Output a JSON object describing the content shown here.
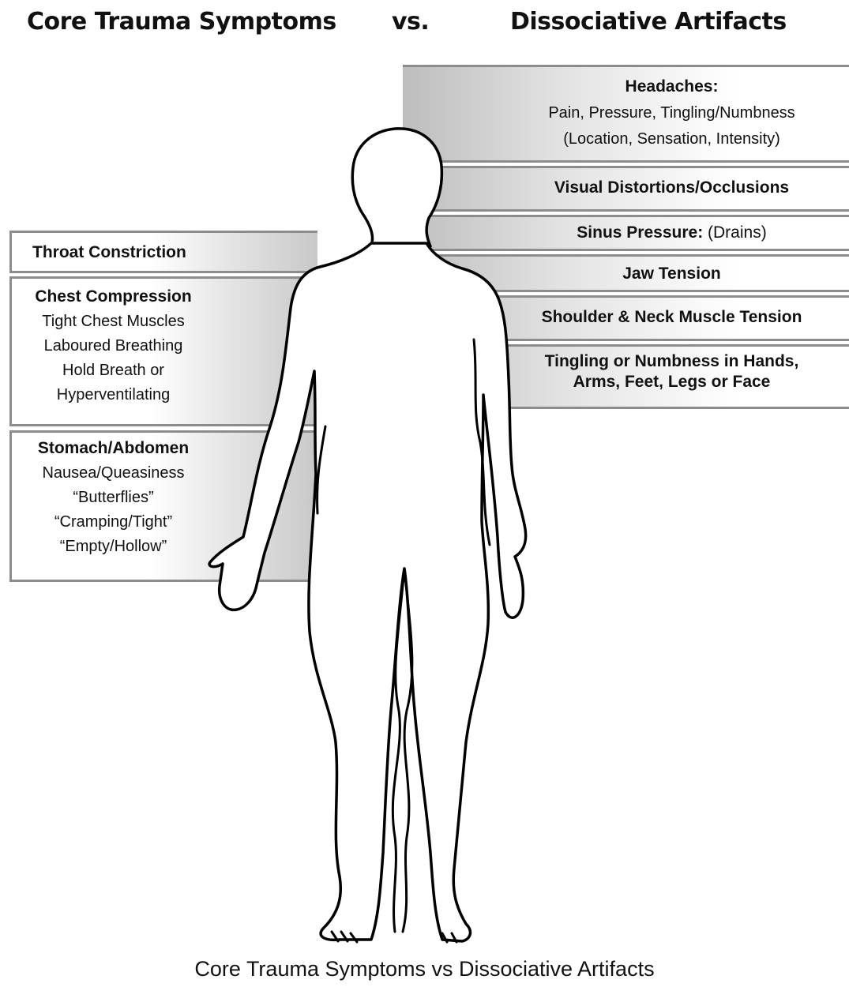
{
  "title": {
    "left": "Core Trauma Symptoms",
    "vs": "vs.",
    "right": "Dissociative Artifacts"
  },
  "right_boxes": [
    {
      "head": "Headaches:",
      "lines": [
        "Pain, Pressure, Tingling/Numbness",
        "(Location, Sensation, Intensity)"
      ]
    },
    {
      "head": "Visual Distortions/Occlusions"
    },
    {
      "head": "Sinus Pressure:",
      "suffix": " (Drains)"
    },
    {
      "head": "Jaw Tension"
    },
    {
      "head": "Shoulder & Neck Muscle Tension"
    },
    {
      "lines": [
        "Tingling or Numbness in Hands,",
        "Arms, Feet, Legs or Face"
      ]
    }
  ],
  "left_boxes": [
    {
      "head": "Throat Constriction"
    },
    {
      "head": "Chest Compression",
      "lines": [
        "Tight Chest Muscles",
        "Laboured Breathing",
        "Hold Breath or",
        "Hyperventilating"
      ]
    },
    {
      "head": "Stomach/Abdomen",
      "lines": [
        "Nausea/Queasiness",
        "“Butterflies”",
        "“Cramping/Tight”",
        "“Empty/Hollow”"
      ]
    }
  ],
  "caption": "Core Trauma Symptoms vs Dissociative Artifacts"
}
